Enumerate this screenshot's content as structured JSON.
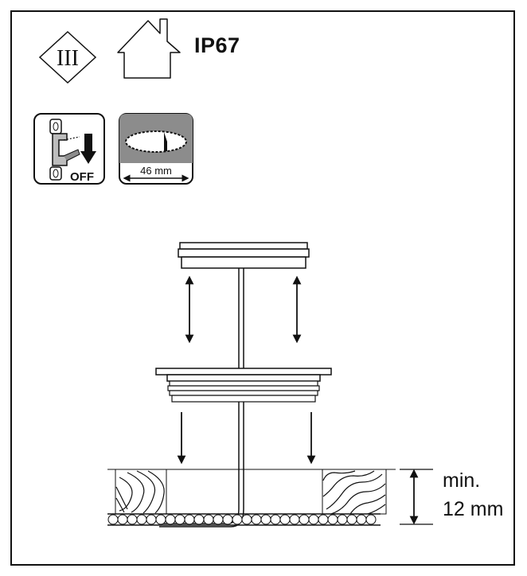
{
  "header": {
    "class_symbol": "III",
    "ip_rating": "IP67"
  },
  "icons": {
    "switch_off_label": "OFF",
    "hole_diameter_label": "46 mm"
  },
  "depth": {
    "line1": "min.",
    "line2": "12 mm"
  },
  "colors": {
    "stroke": "#111111",
    "hole_gray": "#8c8c8c"
  }
}
